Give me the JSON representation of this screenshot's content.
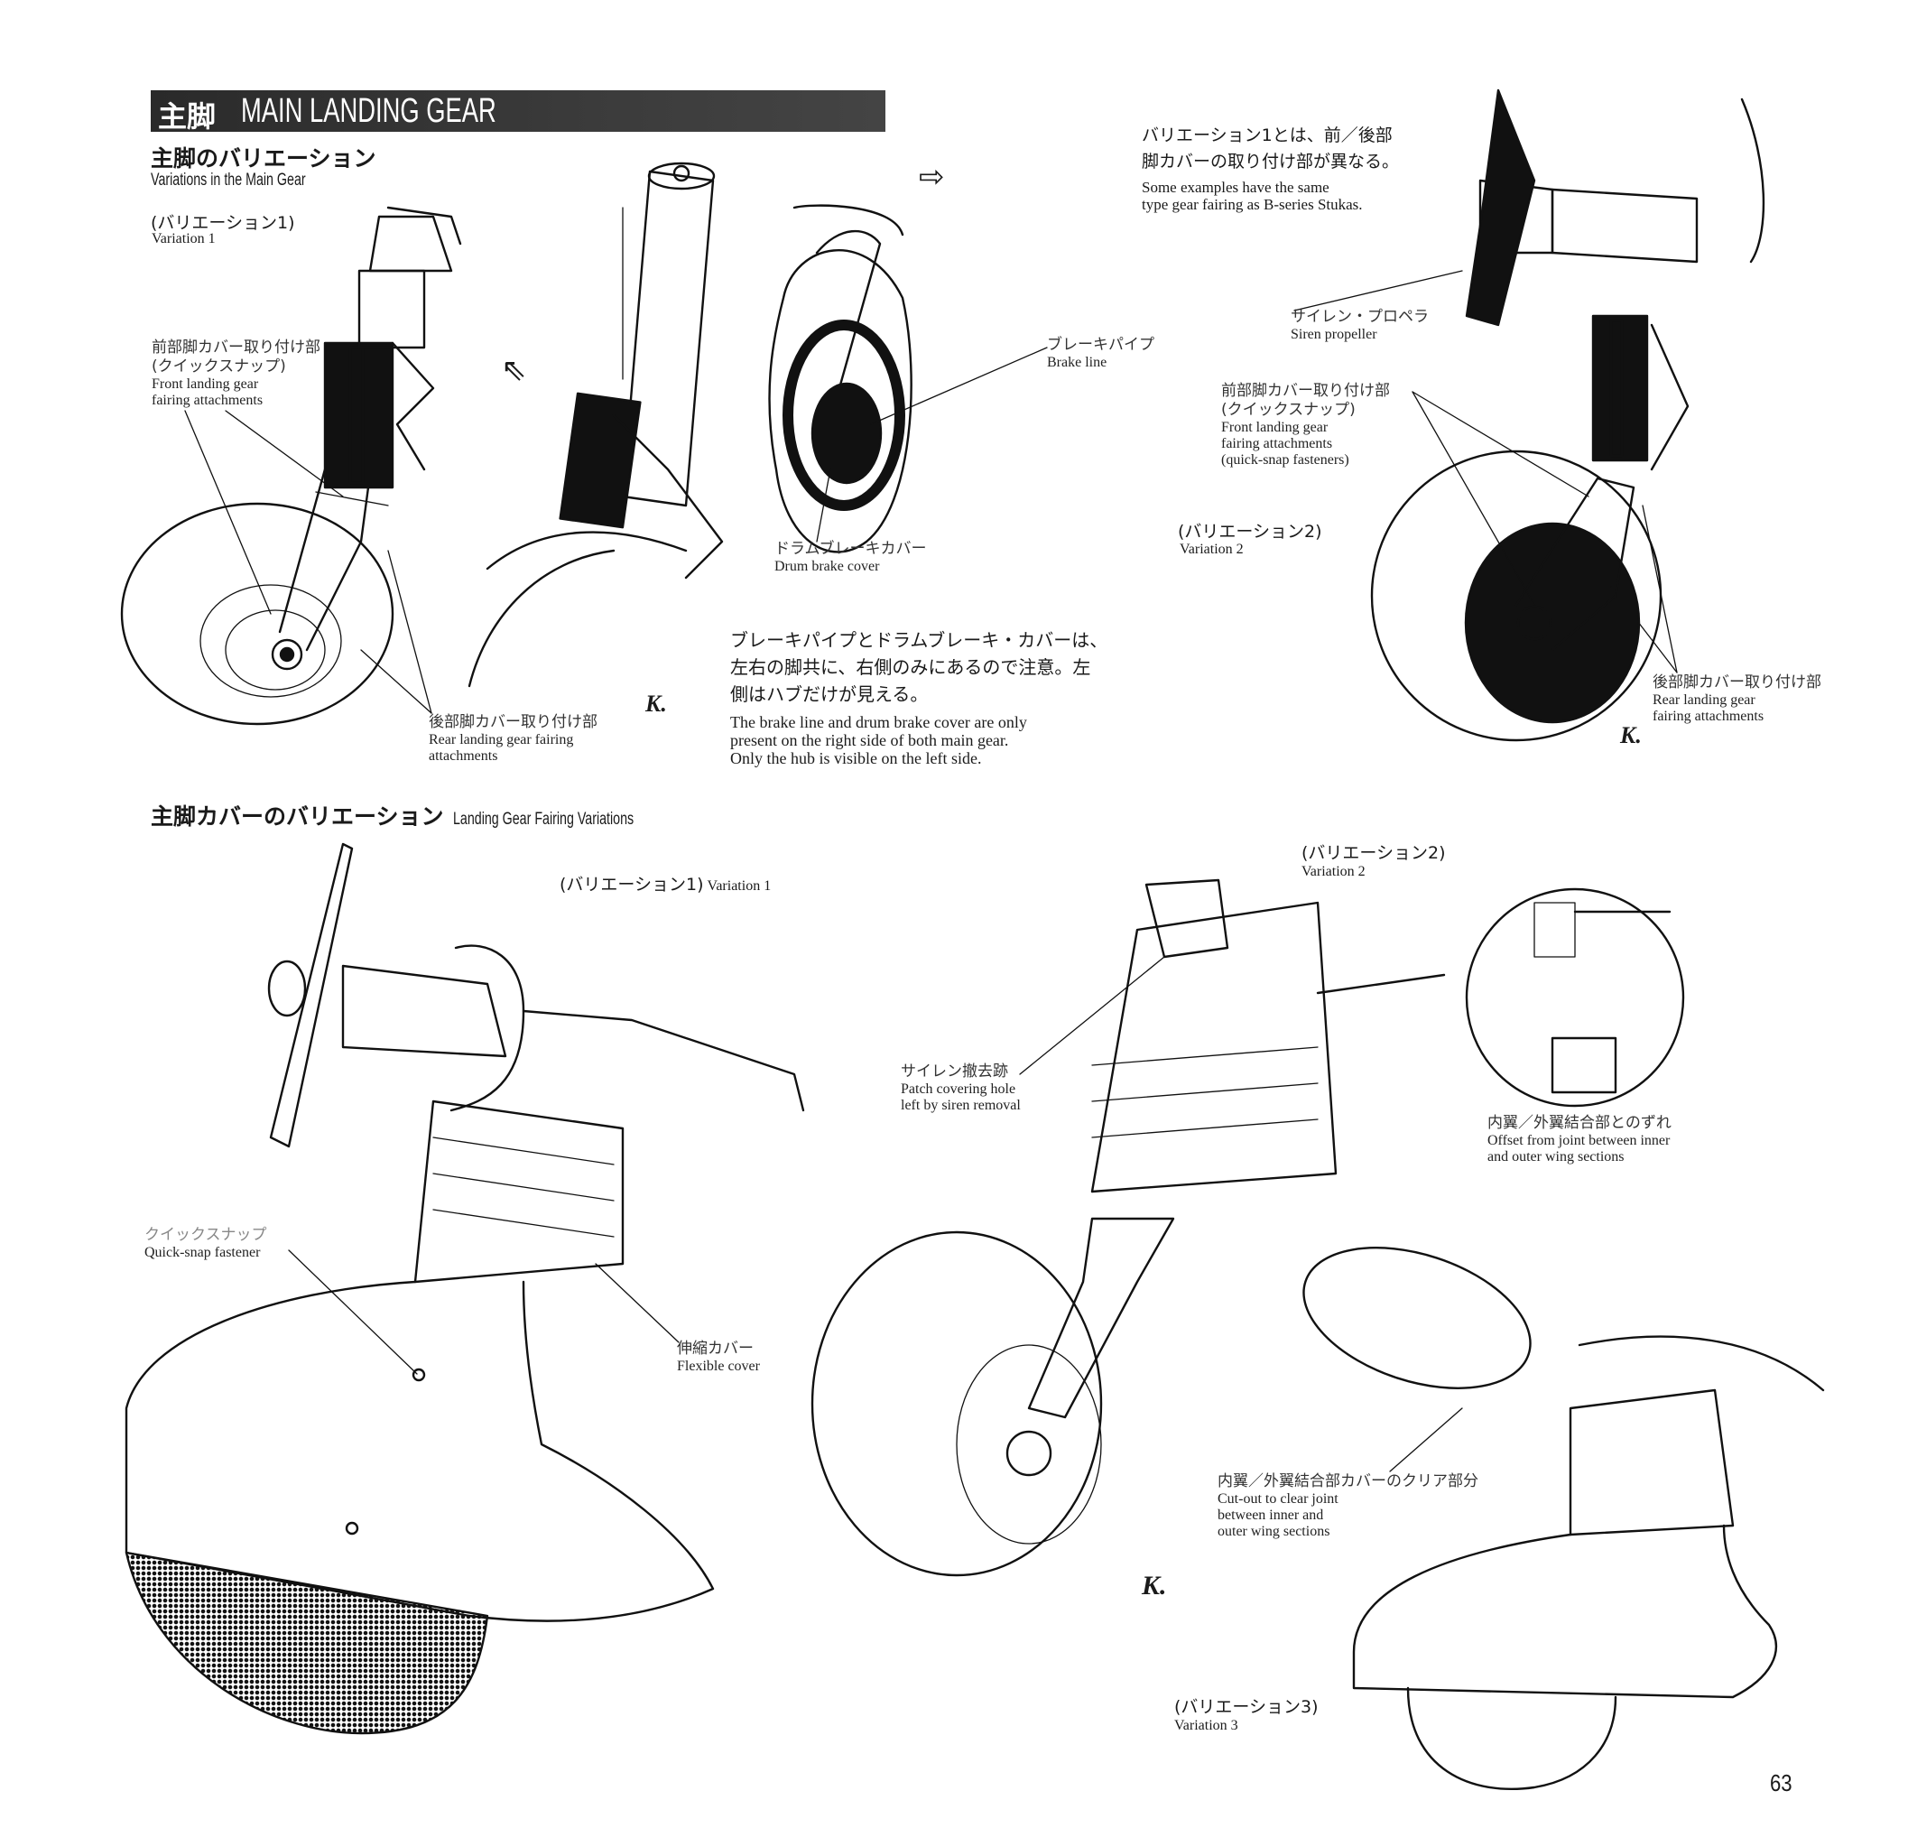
{
  "header": {
    "title_jp": "主脚",
    "title_en": "MAIN LANDING GEAR",
    "bar_color": "#333333"
  },
  "section1": {
    "title_jp": "主脚のバリエーション",
    "title_en": "Variations in the Main Gear",
    "variation1": {
      "jp": "(バリエーション1)",
      "en": "Variation 1"
    },
    "variation2": {
      "jp": "(バリエーション2)",
      "en": "Variation 2"
    },
    "labels": {
      "front_attach_left": {
        "jp1": "前部脚カバー取り付け部",
        "jp2": "(クイックスナップ)",
        "en1": "Front landing gear",
        "en2": "fairing attachments"
      },
      "rear_attach_left": {
        "jp": "後部脚カバー取り付け部",
        "en1": "Rear landing gear fairing",
        "en2": "attachments"
      },
      "brake_line": {
        "jp": "ブレーキパイプ",
        "en": "Brake line"
      },
      "drum_brake": {
        "jp": "ドラムブレーキカバー",
        "en": "Drum brake cover"
      },
      "siren_propeller": {
        "jp": "サイレン・プロペラ",
        "en": "Siren propeller"
      },
      "front_attach_right": {
        "jp1": "前部脚カバー取り付け部",
        "jp2": "(クイックスナップ)",
        "en1": "Front landing gear",
        "en2": "fairing attachments",
        "en3": "(quick-snap fasteners)"
      },
      "rear_attach_right": {
        "jp": "後部脚カバー取り付け部",
        "en1": "Rear landing gear",
        "en2": "fairing attachments"
      }
    },
    "brake_note": {
      "jp1": "ブレーキパイプとドラムブレーキ・カバーは、",
      "jp2": "左右の脚共に、右側のみにあるので注意。左",
      "jp3": "側はハブだけが見える。",
      "en1": "The brake line and drum brake cover are only",
      "en2": "present on the right side of both main gear.",
      "en3": "Only the hub is visible on the left side."
    },
    "variation_note": {
      "jp1": "バリエーション1とは、前／後部",
      "jp2": "脚カバーの取り付け部が異なる。",
      "en1": "Some examples have the same",
      "en2": "type gear fairing as B-series Stukas."
    }
  },
  "section2": {
    "title_jp": "主脚カバーのバリエーション",
    "title_en": "Landing Gear Fairing Variations",
    "variation1": {
      "jp": "(バリエーション1)",
      "en": "Variation 1"
    },
    "variation2": {
      "jp": "(バリエーション2)",
      "en": "Variation 2"
    },
    "variation3": {
      "jp": "(バリエーション3)",
      "en": "Variation 3"
    },
    "labels": {
      "quick_snap": {
        "jp": "クイックスナップ",
        "en": "Quick-snap fastener"
      },
      "flexible_cover": {
        "jp": "伸縮カバー",
        "en": "Flexible cover"
      },
      "patch": {
        "jp": "サイレン撤去跡",
        "en1": "Patch covering hole",
        "en2": "left by siren removal"
      },
      "offset": {
        "jp": "内翼／外翼結合部とのずれ",
        "en1": "Offset from joint between inner",
        "en2": "and outer wing sections"
      },
      "cutout": {
        "jp": "内翼／外翼結合部カバーのクリア部分",
        "en1": "Cut-out to clear joint",
        "en2": "between inner and",
        "en3": "outer wing sections"
      }
    }
  },
  "icons": {
    "arrow_right": "⇨",
    "arrow_upleft": "⇖",
    "artist_signature": "K."
  },
  "page_number": "63"
}
